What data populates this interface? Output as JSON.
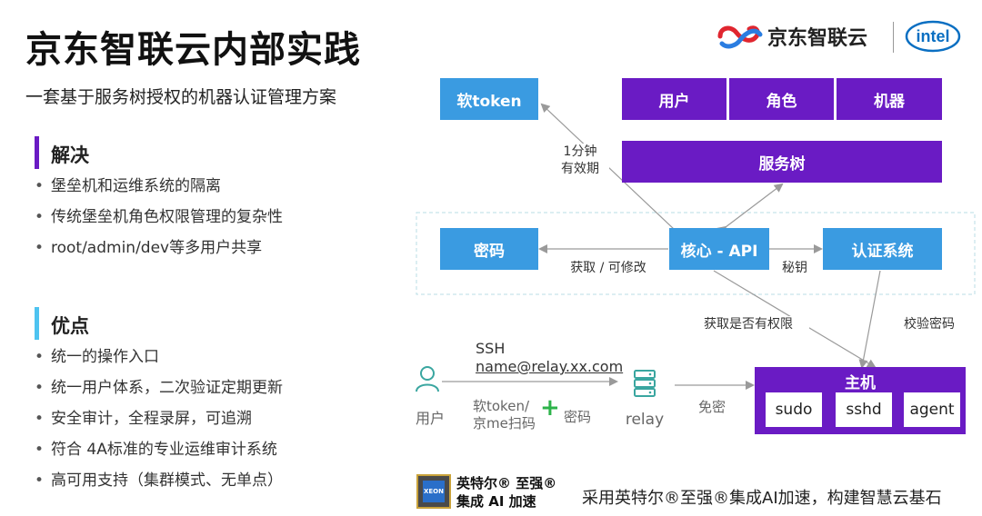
{
  "header": {
    "title": "京东智联云内部实践",
    "subtitle": "一套基于服务树授权的机器认证管理方案",
    "brand_name": "京东智联云",
    "partner_logo": "intel"
  },
  "left": {
    "solve_title": "解决",
    "solve_items": [
      "堡垒机和运维系统的隔离",
      "传统堡垒机角色权限管理的复杂性",
      "root/admin/dev等多用户共享"
    ],
    "adv_title": "优点",
    "adv_items": [
      "统一的操作入口",
      "统一用户体系，二次验证定期更新",
      "安全审计，全程录屏，可追溯",
      "符合 4A标准的专业运维审计系统",
      "高可用支持（集群模式、无单点）"
    ],
    "bullet": "•"
  },
  "diagram": {
    "soft_token": "软token",
    "user": "用户",
    "role": "角色",
    "machine": "机器",
    "service_tree": "服务树",
    "password": "密码",
    "core_api": "核心 - API",
    "auth_system": "认证系统",
    "validity_1": "1分钟",
    "validity_2": "有效期",
    "get_modify": "获取 / 可修改",
    "secret_key": "秘钥",
    "get_permission": "获取是否有权限",
    "verify_password": "校验密码",
    "ssh": "SSH",
    "ssh_addr": "name@relay.xx.com",
    "user_label": "用户",
    "token_label_1": "软token/",
    "token_label_2": "京me扫码",
    "plus": "+",
    "pwd_label": "密码",
    "relay": "relay",
    "no_pwd": "免密",
    "host": "主机",
    "sudo": "sudo",
    "sshd": "sshd",
    "agent": "agent"
  },
  "footer": {
    "badge_line1": "英特尔® 至强®",
    "badge_line2": "集成 AI 加速",
    "chip_text": "XEON",
    "slogan": "采用英特尔®至强®集成AI加速，构建智慧云基石"
  },
  "colors": {
    "purple": "#6a1bc4",
    "blue": "#3a9be1",
    "solve_bar": "#6a1bc4",
    "adv_bar": "#4ec3f0",
    "arrow": "#9a9a9a",
    "plus": "#2db34a"
  }
}
